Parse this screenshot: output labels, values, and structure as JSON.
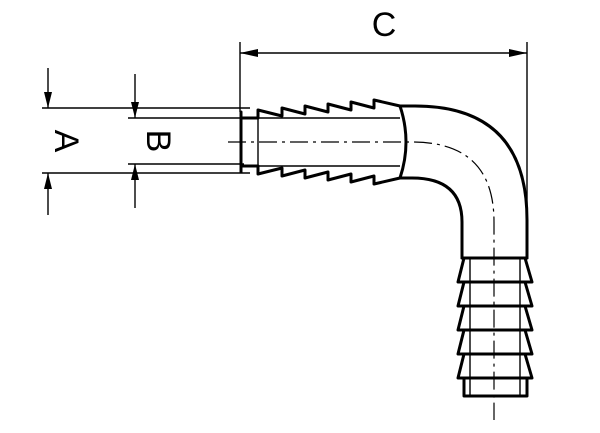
{
  "drawing": {
    "dimensions": {
      "a_label": "A",
      "b_label": "B",
      "c_label": "C"
    },
    "colors": {
      "line": "#000000",
      "background": "#ffffff"
    }
  }
}
